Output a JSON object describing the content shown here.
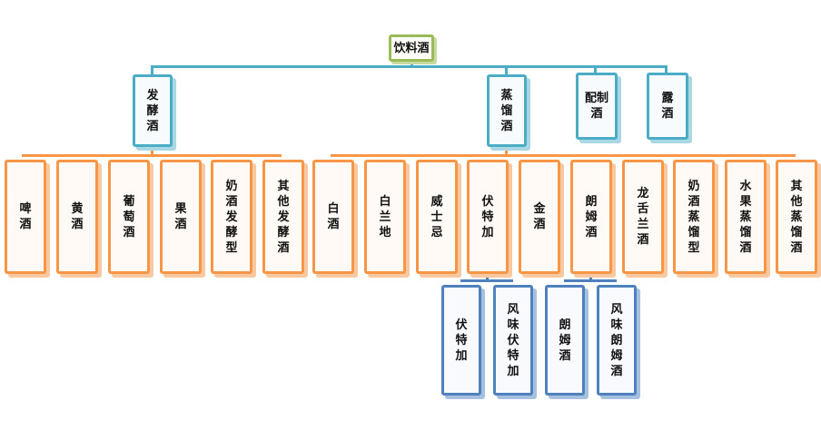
{
  "root": {
    "label": "饮料酒"
  },
  "level1": [
    "发酵酒",
    "蒸馏酒",
    "配制酒",
    "露酒"
  ],
  "fermented": [
    "啤酒",
    "黄酒",
    "葡萄酒",
    "果酒",
    "奶酒发酵型",
    "其他发酵酒"
  ],
  "distilled": [
    "白酒",
    "白兰地",
    "威士忌",
    "伏特加",
    "金酒",
    "朗姆酒",
    "龙舌兰酒",
    "奶酒蒸馏型",
    "水果蒸馏酒",
    "其他蒸馏酒"
  ],
  "vodka_sub": [
    "伏特加",
    "风味伏特加"
  ],
  "rum_sub": [
    "朗姆酒",
    "风味朗姆酒"
  ],
  "colors": {
    "root": "#9bbb59",
    "level1": "#4bacc6",
    "level2": "#f79646",
    "level3": "#4f81bd"
  }
}
